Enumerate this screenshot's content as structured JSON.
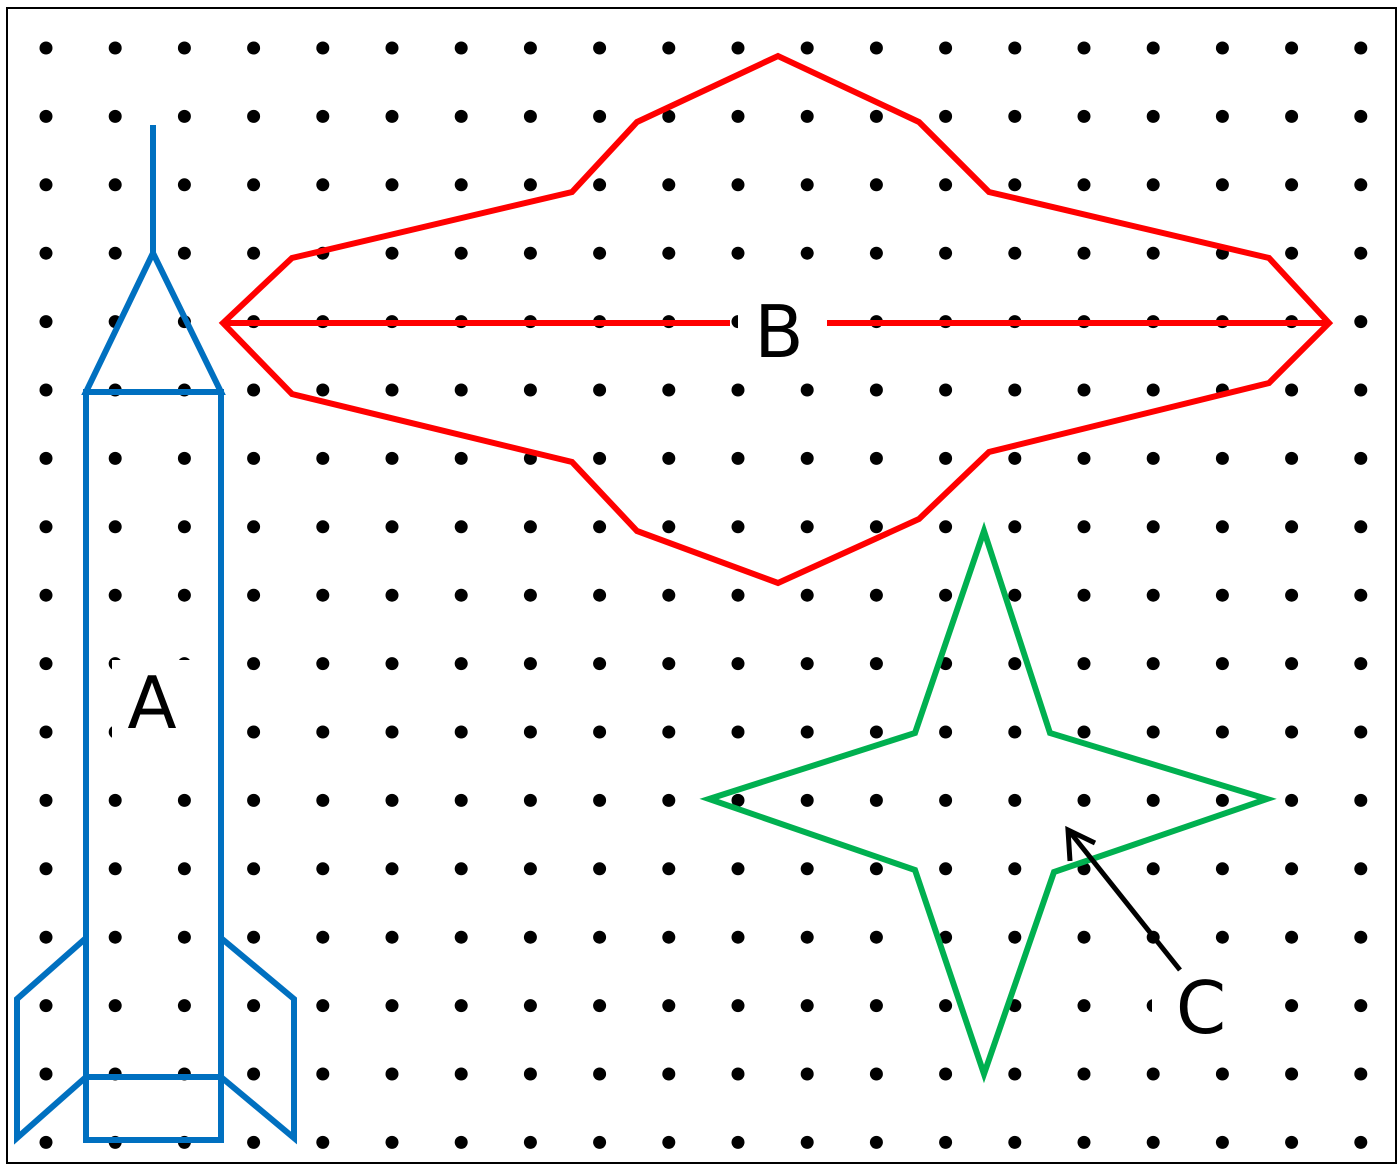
{
  "figure": {
    "labels": {
      "a": "A",
      "b": "B",
      "c": "C"
    },
    "dot_grid": {
      "columns": 20,
      "rows": 17
    },
    "colors": {
      "dots": "#000000",
      "frame": "#000000",
      "shape_a": "#0070c0",
      "shape_b": "#ff0000",
      "shape_c": "#00b050",
      "pointer": "#000000"
    },
    "shapes": [
      {
        "id": "a",
        "name": "rocket",
        "color_key": "shape_a"
      },
      {
        "id": "b",
        "name": "flying-saucer",
        "color_key": "shape_b"
      },
      {
        "id": "c",
        "name": "four-point-star",
        "color_key": "shape_c"
      }
    ]
  }
}
